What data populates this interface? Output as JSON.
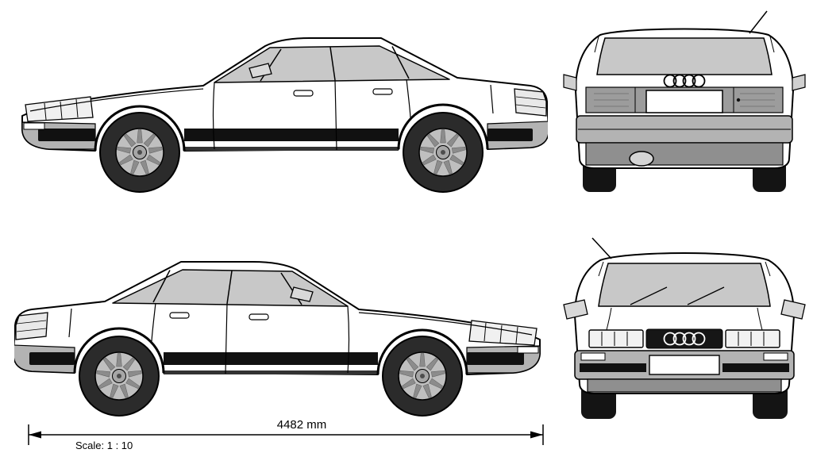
{
  "annotations": {
    "length_label": "4482 mm",
    "scale_label": "Scale: 1 : 10"
  },
  "logo": {
    "name": "audi-rings"
  },
  "colors": {
    "background": "#ffffff",
    "outline": "#000000",
    "glass": "#c8c8c8",
    "bumper_gray": "#b3b3b3",
    "trim_black": "#111111",
    "tire_dark": "#2b2b2b",
    "rim_gray": "#bfbfbf"
  }
}
